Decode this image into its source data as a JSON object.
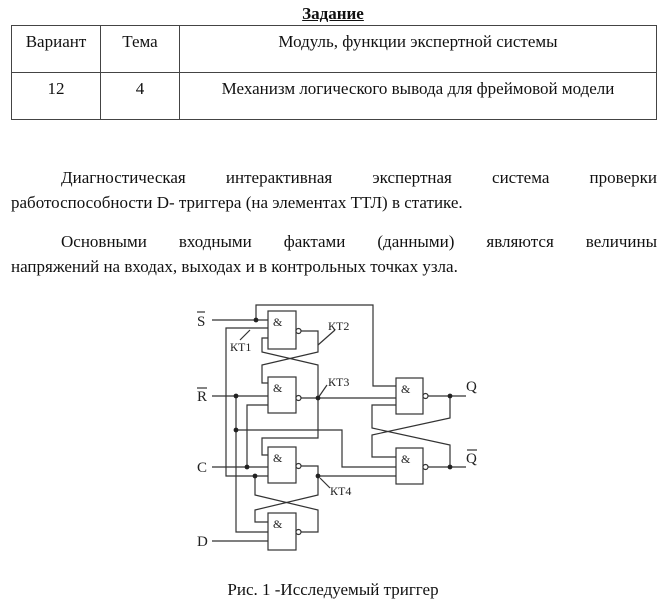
{
  "title": "Задание",
  "table": {
    "headers": [
      "Вариант",
      "Тема",
      "Модуль, функции экспертной системы"
    ],
    "rows": [
      [
        "12",
        "4",
        "Механизм логического вывода для фреймовой модели"
      ]
    ]
  },
  "paragraphs": [
    {
      "line1": "Диагностическая интерактивная экспертная система проверки",
      "line2": "работоспособности D- триггера (на элементах ТТЛ) в статике."
    },
    {
      "line1": "Основными входными фактами (данными) являются величины",
      "line2": "напряжений на входах, выходах и в контрольных точках узла."
    }
  ],
  "diagram": {
    "inputs": {
      "s": "S",
      "r": "R",
      "c": "C",
      "d": "D"
    },
    "outputs": {
      "q": "Q",
      "qbar": "Q"
    },
    "gate_symbol": "&",
    "test_points": {
      "kt1": "КТ1",
      "kt2": "КТ2",
      "kt3": "КТ3",
      "kt4": "КТ4"
    }
  },
  "caption": "Рис. 1 -Исследуемый триггер"
}
